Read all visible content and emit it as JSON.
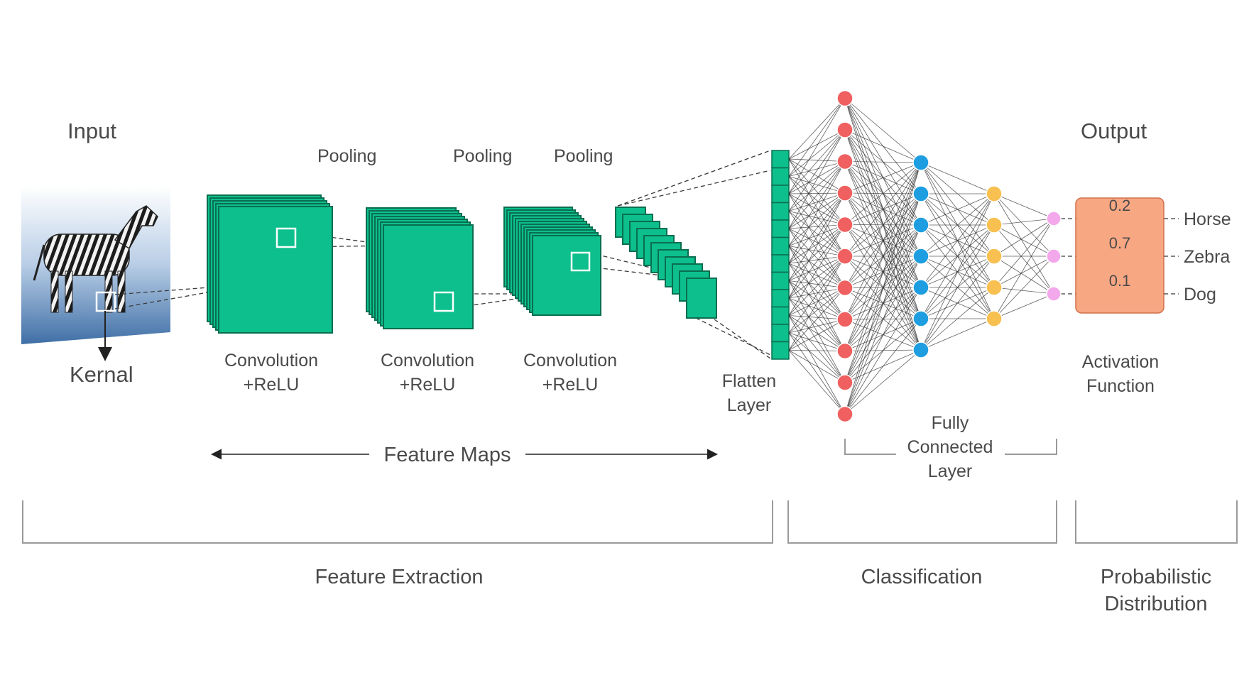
{
  "labels": {
    "input": "Input",
    "output": "Output",
    "kernel": "Kernal",
    "pooling_1": "Pooling",
    "pooling_2": "Pooling",
    "pooling_3": "Pooling",
    "conv_1": [
      "Convolution",
      "+ReLU"
    ],
    "conv_2": [
      "Convolution",
      "+ReLU"
    ],
    "conv_3": [
      "Convolution",
      "+ReLU"
    ],
    "flatten": [
      "Flatten",
      "Layer"
    ],
    "fully_connected": [
      "Fully",
      "Connected",
      "Layer"
    ],
    "activation": [
      "Activation",
      "Function"
    ],
    "feature_maps": "Feature Maps",
    "feature_extraction": "Feature Extraction",
    "classification": "Classification",
    "probabilistic": [
      "Probabilistic",
      "Distribution"
    ]
  },
  "output": {
    "probabilities": [
      "0.2",
      "0.7",
      "0.1"
    ],
    "classes": [
      "Horse",
      "Zebra",
      "Dog"
    ]
  },
  "network": {
    "layer_sizes": [
      11,
      7,
      5,
      3
    ],
    "node_colors": [
      "#f06060",
      "#1e9ee0",
      "#f8c050",
      "#f4a8ec"
    ]
  },
  "colors": {
    "feature_map": "#0dbf8c",
    "feature_map_border": "#0a6e50",
    "activation_box": "#f8a783"
  },
  "icons": {
    "input_image": "zebra-photo",
    "kernel": "kernel-square"
  }
}
